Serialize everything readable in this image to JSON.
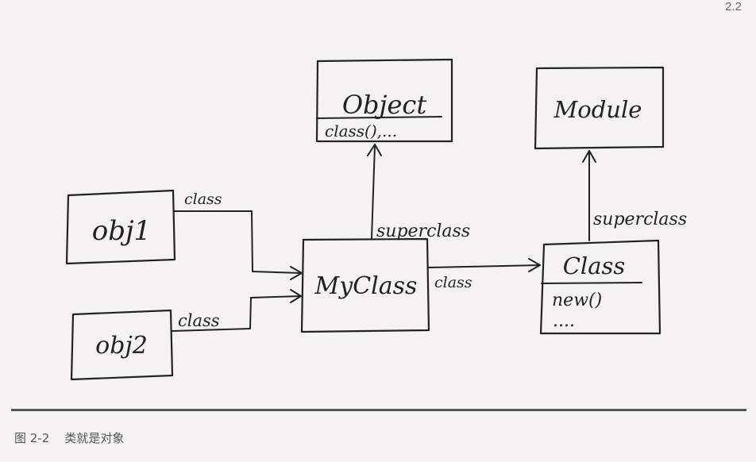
{
  "page_number": "2.2",
  "caption": {
    "figure_number": "图 2-2",
    "title": "类就是对象"
  },
  "nodes": {
    "object": {
      "name": "Object",
      "method": "class(),..."
    },
    "module": {
      "name": "Module"
    },
    "obj1": {
      "name": "obj1"
    },
    "obj2": {
      "name": "obj2"
    },
    "myclass": {
      "name": "MyClass"
    },
    "class_node": {
      "name": "Class",
      "method": "new()",
      "ellipsis": "...."
    }
  },
  "edges": {
    "obj1_to_myclass": "class",
    "obj2_to_myclass": "class",
    "myclass_to_class": "class",
    "myclass_to_object": "superclass",
    "class_to_module": "superclass"
  }
}
